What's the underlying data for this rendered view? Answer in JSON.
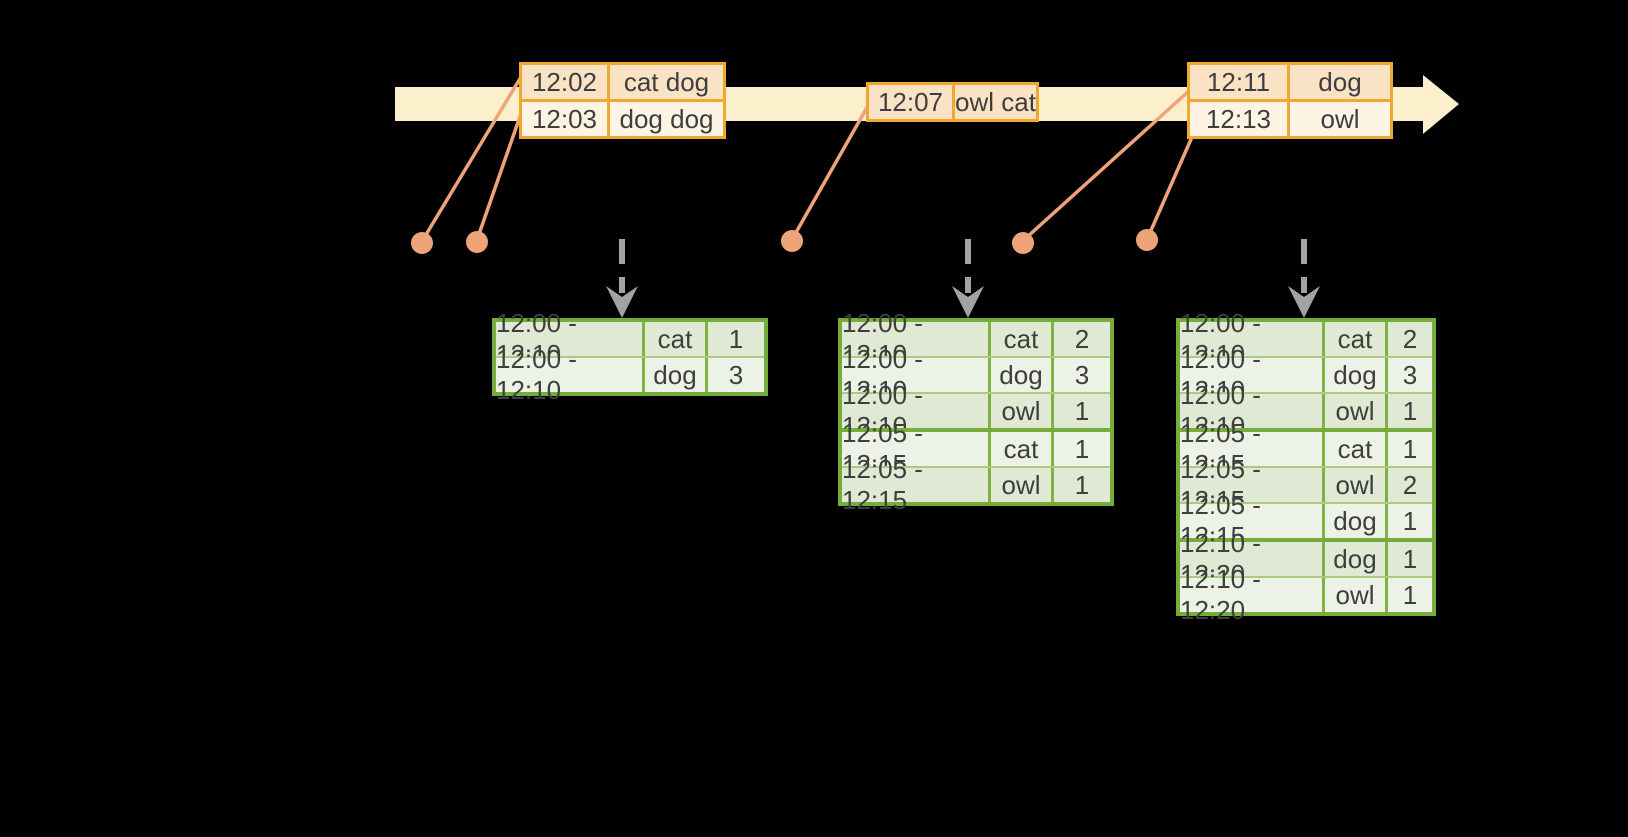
{
  "event_tables": [
    {
      "rows": [
        {
          "time": "12:02",
          "words": "cat dog"
        },
        {
          "time": "12:03",
          "words": "dog dog"
        }
      ]
    },
    {
      "rows": [
        {
          "time": "12:07",
          "words": "owl cat"
        }
      ]
    },
    {
      "rows": [
        {
          "time": "12:11",
          "words": "dog"
        },
        {
          "time": "12:13",
          "words": "owl"
        }
      ]
    }
  ],
  "result_tables": [
    {
      "rows": [
        {
          "window": "12:00 - 12:10",
          "word": "cat",
          "count": "1"
        },
        {
          "window": "12:00 - 12:10",
          "word": "dog",
          "count": "3"
        }
      ]
    },
    {
      "rows": [
        {
          "window": "12:00 - 12:10",
          "word": "cat",
          "count": "2"
        },
        {
          "window": "12:00 - 12:10",
          "word": "dog",
          "count": "3"
        },
        {
          "window": "12:00 - 12:10",
          "word": "owl",
          "count": "1"
        },
        {
          "window": "12:05 - 12:15",
          "word": "cat",
          "count": "1"
        },
        {
          "window": "12:05 - 12:15",
          "word": "owl",
          "count": "1"
        }
      ]
    },
    {
      "rows": [
        {
          "window": "12:00 - 12:10",
          "word": "cat",
          "count": "2"
        },
        {
          "window": "12:00 - 12:10",
          "word": "dog",
          "count": "3"
        },
        {
          "window": "12:00 - 12:10",
          "word": "owl",
          "count": "1"
        },
        {
          "window": "12:05 - 12:15",
          "word": "cat",
          "count": "1"
        },
        {
          "window": "12:05 - 12:15",
          "word": "owl",
          "count": "2"
        },
        {
          "window": "12:05 - 12:15",
          "word": "dog",
          "count": "1"
        },
        {
          "window": "12:10 - 12:20",
          "word": "dog",
          "count": "1"
        },
        {
          "window": "12:10 - 12:20",
          "word": "owl",
          "count": "1"
        }
      ]
    }
  ],
  "colors": {
    "canvas_bg": "#000000",
    "timeline_fill": "#FCEFCB",
    "event_border": "#F0A830",
    "event_dark": "#FAE3C5",
    "event_light": "#FDF4E4",
    "accent_orange": "#EFA379",
    "arrow_gray": "#A3A3A3",
    "green_border": "#76AC3C",
    "green_divider": "#A8CB80",
    "green_vdivider": "#7EB243",
    "green_dark": "#DFE9D3",
    "green_light": "#EDF2E7",
    "text_color": "#3E3E3E"
  }
}
